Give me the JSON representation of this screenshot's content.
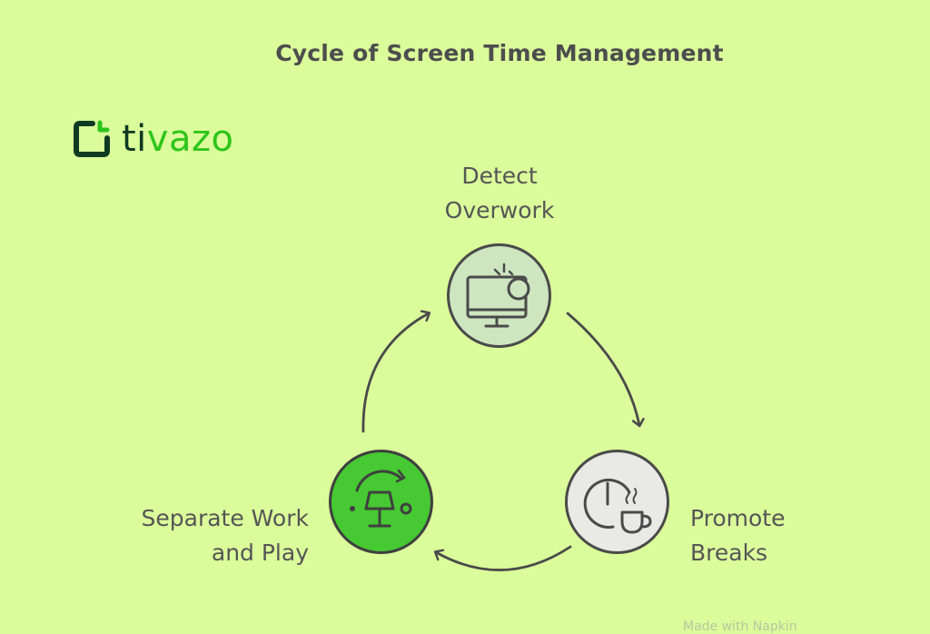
{
  "title": "Cycle of Screen Time Management",
  "logo": {
    "text_dark": "ti",
    "text_bright": "vazo",
    "icon": "tivazo-logo-mark",
    "colors": {
      "dark": "#0f3a22",
      "bright": "#2ec51a"
    }
  },
  "steps": [
    {
      "line1": "Detect",
      "line2": "Overwork",
      "icon": "monitor-alert-icon",
      "circle_color": "#cde6c0"
    },
    {
      "line1": "Promote",
      "line2": "Breaks",
      "icon": "clock-coffee-icon",
      "circle_color": "#e9e9e6"
    },
    {
      "line1": "Separate Work",
      "line2": "and Play",
      "icon": "lamp-cycle-icon",
      "circle_color": "#46c932"
    }
  ],
  "watermark": "Made with Napkin",
  "colors": {
    "background": "#dbfc9a",
    "stroke": "#4a4a4a",
    "text": "#555555"
  }
}
